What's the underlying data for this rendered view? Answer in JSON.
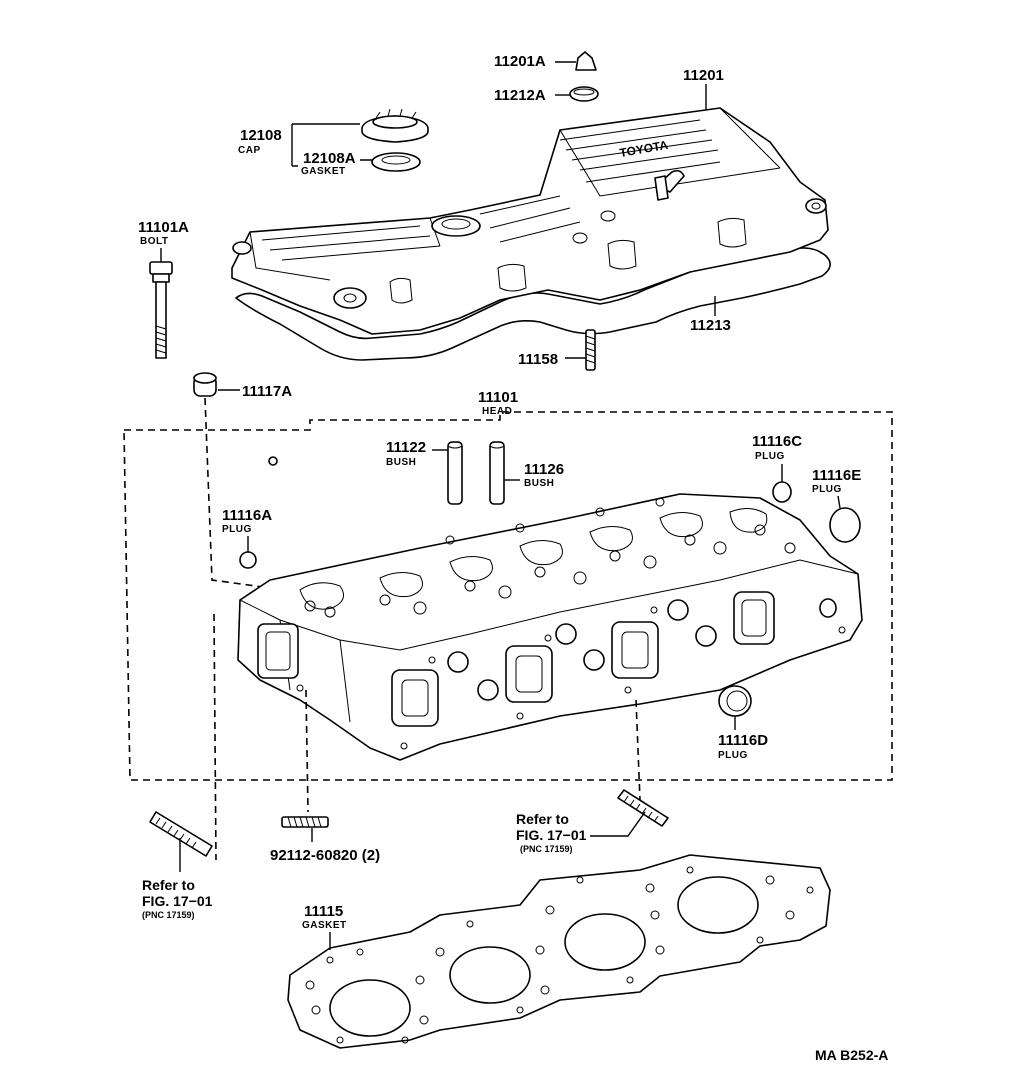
{
  "labels": {
    "p11201A": "11201A",
    "p11212A": "11212A",
    "p11201": "11201",
    "p12108": "12108",
    "p12108_name": "CAP",
    "p12108A": "12108A",
    "p12108A_name": "GASKET",
    "p11101A": "11101A",
    "p11101A_name": "BOLT",
    "p11213": "11213",
    "p11158": "11158",
    "p11117A": "11117A",
    "p11101": "11101",
    "p11101_name": "HEAD",
    "p11122": "11122",
    "p11122_name": "BUSH",
    "p11126": "11126",
    "p11126_name": "BUSH",
    "p11116C": "11116C",
    "p11116C_name": "PLUG",
    "p11116E": "11116E",
    "p11116E_name": "PLUG",
    "p11116A": "11116A",
    "p11116A_name": "PLUG",
    "p11116D": "11116D",
    "p11116D_name": "PLUG",
    "p92112": "92112-60820 (2)",
    "p11115": "11115",
    "p11115_name": "GASKET"
  },
  "refs": {
    "left": {
      "line1": "Refer to",
      "line2": "FIG. 17−01",
      "line3": "(PNC 17159)"
    },
    "right": {
      "line1": "Refer to",
      "line2": "FIG. 17−01",
      "line3": "(PNC 17159)"
    }
  },
  "cover_logo": "TOYOTA",
  "figure_code": "MA B252-A"
}
